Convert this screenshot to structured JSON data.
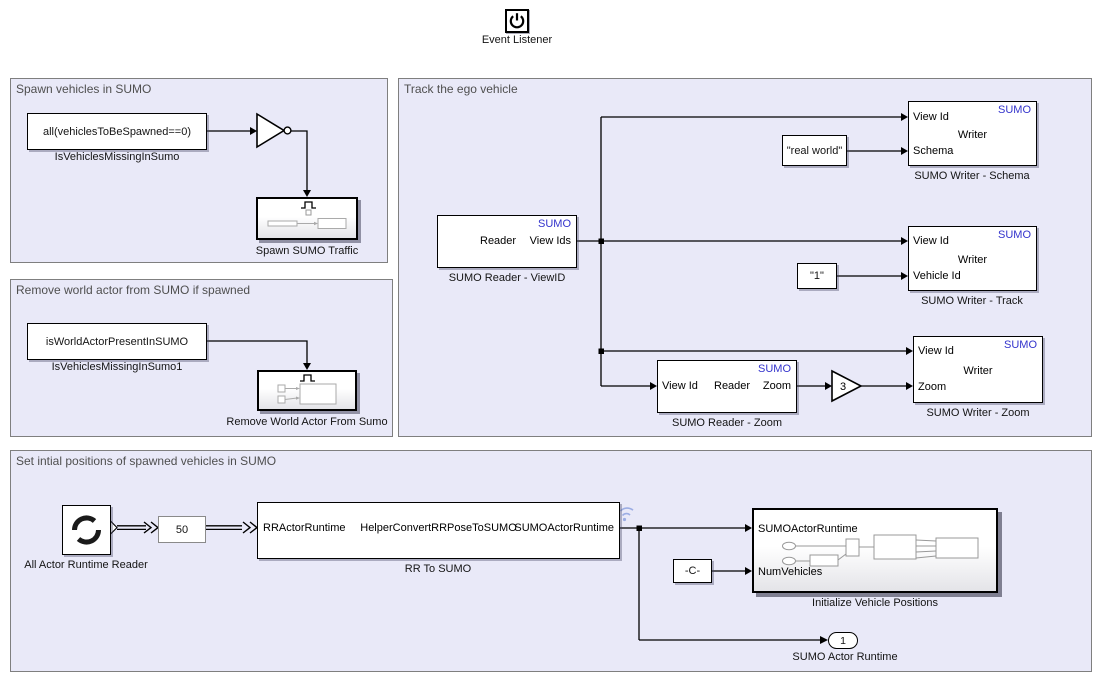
{
  "event_listener": {
    "label": "Event Listener"
  },
  "regions": {
    "spawn": {
      "title": "Spawn vehicles in SUMO"
    },
    "remove": {
      "title": "Remove world actor from SUMO if spawned"
    },
    "track": {
      "title": "Track the ego vehicle"
    },
    "init": {
      "title": "Set intial positions of spawned vehicles in SUMO"
    }
  },
  "blocks": {
    "is_vehicles_missing": {
      "expr": "all(vehiclesToBeSpawned==0)",
      "label": "IsVehiclesMissingInSumo"
    },
    "spawn_sumo_traffic": {
      "label": "Spawn SUMO Traffic"
    },
    "is_world_actor": {
      "expr": "isWorldActorPresentInSUMO",
      "label": "IsVehiclesMissingInSumo1"
    },
    "remove_world_actor": {
      "label": "Remove World Actor From Sumo"
    },
    "reader_viewid": {
      "badge": "SUMO",
      "type": "Reader",
      "out": "View Ids",
      "label": "SUMO Reader - ViewID"
    },
    "writer_schema": {
      "badge": "SUMO",
      "type": "Writer",
      "in1": "View Id",
      "in2": "Schema",
      "label": "SUMO Writer - Schema"
    },
    "const_real_world": {
      "value": "\"real world\""
    },
    "writer_track": {
      "badge": "SUMO",
      "type": "Writer",
      "in1": "View Id",
      "in2": "Vehicle Id",
      "label": "SUMO Writer - Track"
    },
    "const_vehicle_id": {
      "value": "\"1\""
    },
    "reader_zoom": {
      "badge": "SUMO",
      "type": "Reader",
      "in1": "View Id",
      "out": "Zoom",
      "label": "SUMO Reader - Zoom"
    },
    "gain": {
      "value": "3"
    },
    "writer_zoom": {
      "badge": "SUMO",
      "type": "Writer",
      "in1": "View Id",
      "in2": "Zoom",
      "label": "SUMO Writer - Zoom"
    },
    "all_actor_reader": {
      "label": "All Actor Runtime Reader"
    },
    "ic": {
      "value": "50"
    },
    "rr_to_sumo": {
      "in": "RRActorRuntime",
      "fn": "HelperConvertRRPoseToSUMO",
      "out": "SUMOActorRuntime",
      "label": "RR To SUMO"
    },
    "const_num_vehicles": {
      "value": "-C-"
    },
    "init_positions": {
      "in1": "SUMOActorRuntime",
      "in2": "NumVehicles",
      "label": "Initialize Vehicle Positions"
    },
    "outport": {
      "value": "1",
      "label": "SUMO Actor Runtime"
    }
  },
  "colors": {
    "region_bg": "#e9e9f8",
    "region_border": "#7f7f7f",
    "sumo_blue": "#3333cc",
    "wifi_blue": "#8fa3e0"
  }
}
